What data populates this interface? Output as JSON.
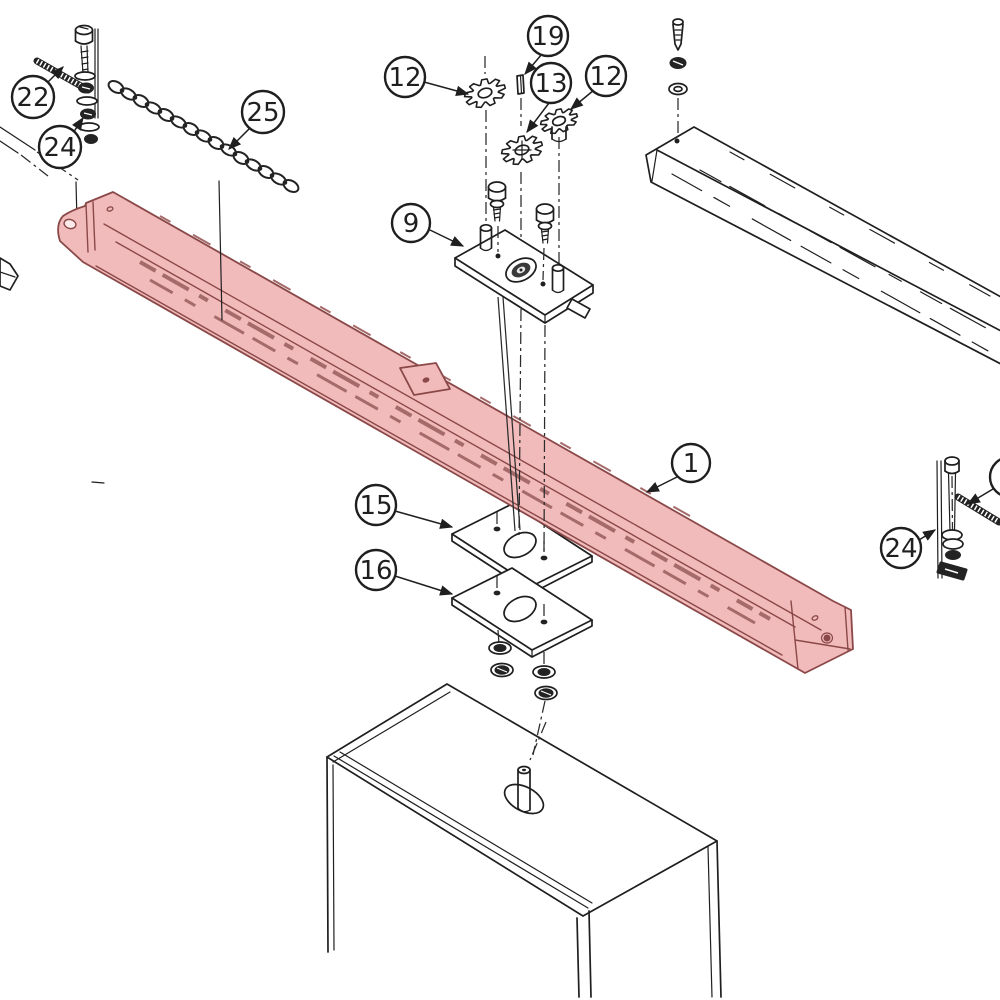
{
  "diagram": {
    "kind": "exploded-parts-diagram",
    "background": "#ffffff",
    "colors": {
      "line": "#1f1f1f",
      "highlight_fill": "#f2bbbb",
      "highlight_line": "#8a4848",
      "centerline": "#2b2b2b"
    },
    "callouts": [
      {
        "id": "callout-1",
        "label": "1"
      },
      {
        "id": "callout-9",
        "label": "9"
      },
      {
        "id": "callout-12-left",
        "label": "12"
      },
      {
        "id": "callout-13",
        "label": "13"
      },
      {
        "id": "callout-12-right",
        "label": "12"
      },
      {
        "id": "callout-19",
        "label": "19"
      },
      {
        "id": "callout-15",
        "label": "15"
      },
      {
        "id": "callout-16",
        "label": "16"
      },
      {
        "id": "callout-22",
        "label": "22"
      },
      {
        "id": "callout-24-left",
        "label": "24"
      },
      {
        "id": "callout-24-right",
        "label": "24"
      },
      {
        "id": "callout-25",
        "label": "25"
      },
      {
        "id": "callout-partial-right",
        "label": ""
      }
    ]
  }
}
